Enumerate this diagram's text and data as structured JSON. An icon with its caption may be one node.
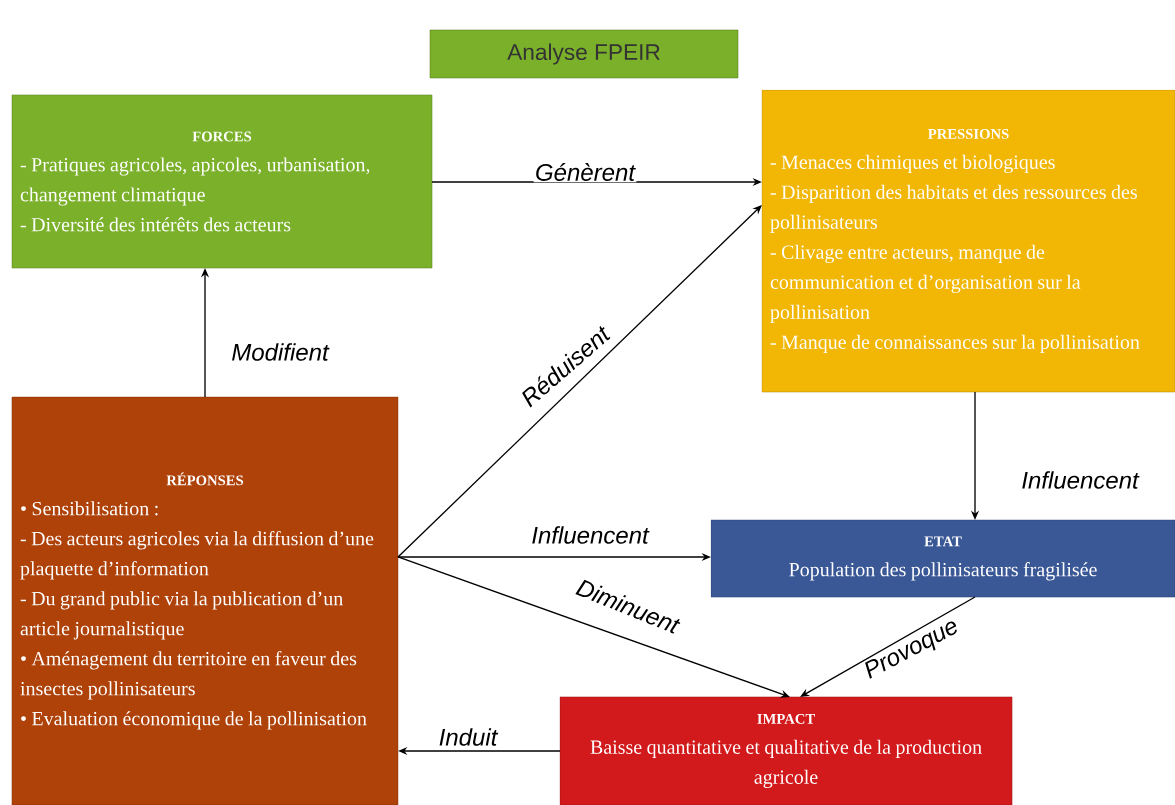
{
  "diagram": {
    "title": "Analyse FPEIR",
    "nodes": [
      {
        "text": [
          "FORCES",
          "- Pratiques agricoles, apicoles, urbanisation, changement climatique",
          "- Diversité des intérêts des acteurs"
        ]
      },
      {
        "text": [
          "PRESSIONS",
          "- Menaces  chimiques et biologiques",
          "- Disparition des habitats et des ressources des pollinisateurs",
          "- Clivage entre acteurs, manque de communication et d’organisation sur la pollinisation",
          "- Manque de connaissances sur la pollinisation"
        ]
      },
      {
        "text": [
          "RÉPONSES",
          "• Sensibilisation :",
          "- Des  acteurs agricoles via la diffusion d’une plaquette d’information",
          "- Du grand public via la publication d’un article journalistique",
          "• Aménagement du territoire en faveur des insectes pollinisateurs",
          "• Evaluation économique de la pollinisation"
        ]
      },
      {
        "text": [
          "ETAT",
          "Population des pollinisateurs fragilisée"
        ]
      },
      {
        "text": [
          "IMPACT",
          "Baisse quantitative et qualitative de la production agricole"
        ]
      }
    ],
    "edges": [
      {
        "from": 0,
        "to": 1,
        "arrow": "to",
        "label": "Génèrent"
      },
      {
        "from": 2,
        "to": 0,
        "arrow": "to",
        "label": "Modifient"
      },
      {
        "from": 2,
        "to": 1,
        "arrow": "to",
        "label": "Réduisent"
      },
      {
        "from": 2,
        "to": 3,
        "arrow": "to",
        "label": "Influencent"
      },
      {
        "from": 2,
        "to": 4,
        "arrow": "to",
        "label": "Diminuent"
      },
      {
        "from": 1,
        "to": 3,
        "arrow": "to",
        "label": "Influencent"
      },
      {
        "from": 3,
        "to": 4,
        "arrow": "to",
        "label": "Provoque"
      },
      {
        "from": 4,
        "to": 2,
        "arrow": "to",
        "label": "Induit"
      }
    ]
  }
}
